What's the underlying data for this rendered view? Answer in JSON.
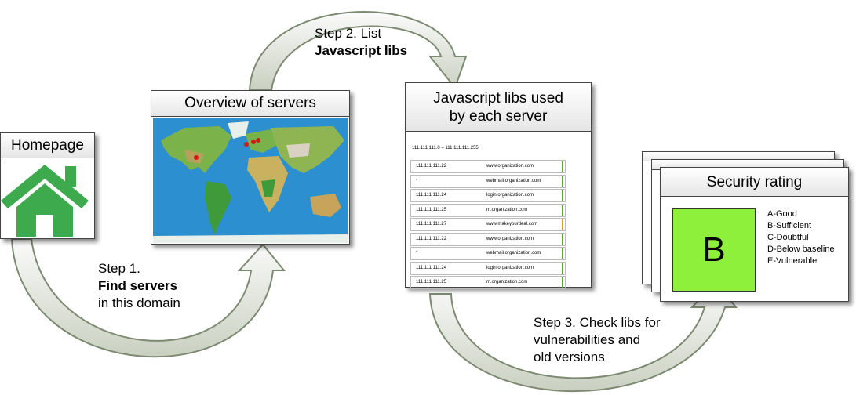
{
  "homepage": {
    "title": "Homepage",
    "icon": "house-icon"
  },
  "servers_overview": {
    "title": "Overview of servers",
    "image": "world-map-image"
  },
  "js_libs": {
    "title_line1": "Javascript libs used",
    "title_line2": "by each server",
    "range_label": "111.111.111.0 – 111.111.111.255",
    "rows": [
      {
        "ip": "111.111.111.22",
        "host": "www.organization.com",
        "status": "ok"
      },
      {
        "ip": "*",
        "host": "webmail.organization.com",
        "status": "ok"
      },
      {
        "ip": "111.111.111.24",
        "host": "login.organization.com",
        "status": "ok"
      },
      {
        "ip": "111.111.111.25",
        "host": "m.organization.com",
        "status": "ok"
      },
      {
        "ip": "111.111.111.27",
        "host": "www.makeyourdeal.com",
        "status": "warning"
      },
      {
        "ip": "111.111.111.22",
        "host": "www.organization.com",
        "status": "ok"
      },
      {
        "ip": "*",
        "host": "webmail.organization.com",
        "status": "ok"
      },
      {
        "ip": "111.111.111.24",
        "host": "login.organization.com",
        "status": "ok"
      },
      {
        "ip": "111.111.111.25",
        "host": "m.organization.com",
        "status": "ok"
      }
    ]
  },
  "security": {
    "title": "Security rating",
    "grade": "B",
    "legend": [
      "A-Good",
      "B-Sufficient",
      "C-Doubtful",
      "D-Below baseline",
      "E-Vulnerable"
    ]
  },
  "steps": {
    "step1_line1": "Step 1.",
    "step1_line2": "Find servers",
    "step1_line3": "in this domain",
    "step2_line1": "Step 2. List",
    "step2_line2": "Javascript libs",
    "step3_line1": "Step 3. Check libs for",
    "step3_line2": "vulnerabilities and",
    "step3_line3": "old versions"
  },
  "colors": {
    "house": "#3daa4d",
    "grade_fill": "#8ef03a",
    "ok": "#5ca832",
    "warning": "#d9a021",
    "ocean": "#2b8fd0"
  }
}
